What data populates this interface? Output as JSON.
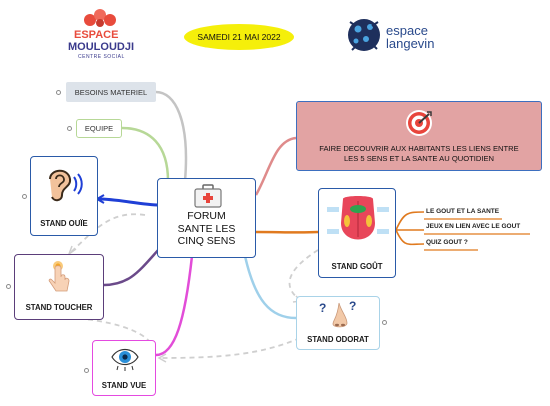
{
  "header": {
    "date_badge": "SAMEDI 21 MAI 2022",
    "logo_left": {
      "line1": "ESPACE",
      "line2": "MOULOUDJI",
      "line3": "CENTRE SOCIAL"
    },
    "logo_right": {
      "line1": "espace",
      "line2": "langevin"
    }
  },
  "central": {
    "title": "FORUM\nSANTE LES\nCINQ SENS"
  },
  "topics": {
    "materiel": "BESOINS MATERIEL",
    "equipe": "EQUIPE",
    "objectif": "FAIRE DECOUVRIR AUX HABITANTS LES LIENS ENTRE\nLES 5 SENS ET LA SANTE AU QUOTIDIEN",
    "stand_oue": "STAND OUÏE",
    "stand_toucher": "STAND TOUCHER",
    "stand_vue": "STAND VUE",
    "stand_gout": "STAND GOÛT",
    "stand_odorat": "STAND ODORAT"
  },
  "gout_subtopics": [
    "LE GOUT ET LA SANTE",
    "JEUX EN LIEN AVEC LE GOUT",
    "QUIZ GOUT ?"
  ],
  "colors": {
    "date_badge": "#f5ef0a",
    "objectif_fill": "#e2a3a3",
    "objectif_border": "#3d6fbf",
    "node_border": "#2a5aa8",
    "toucher_border": "#5b3e7a",
    "vue_border": "#e44ae0",
    "odorat_border": "#a9d3e8",
    "link_gray": "#c4c4c4",
    "link_green": "#b7d897",
    "link_red": "#df8b8b",
    "link_blue": "#1f3fd6",
    "link_purple": "#6b4a8a",
    "link_magenta": "#e24dd8",
    "link_orange": "#e07a1f",
    "link_lightblue": "#9fd0ea",
    "link_dashed": "#cfcfcf"
  },
  "icons": {
    "central": "first-aid-kit-icon",
    "objectif": "target-icon",
    "stand_oue": "ear-icon",
    "stand_toucher": "hand-touch-icon",
    "stand_vue": "eye-icon",
    "stand_gout": "tongue-icon",
    "stand_odorat": "nose-icon"
  }
}
